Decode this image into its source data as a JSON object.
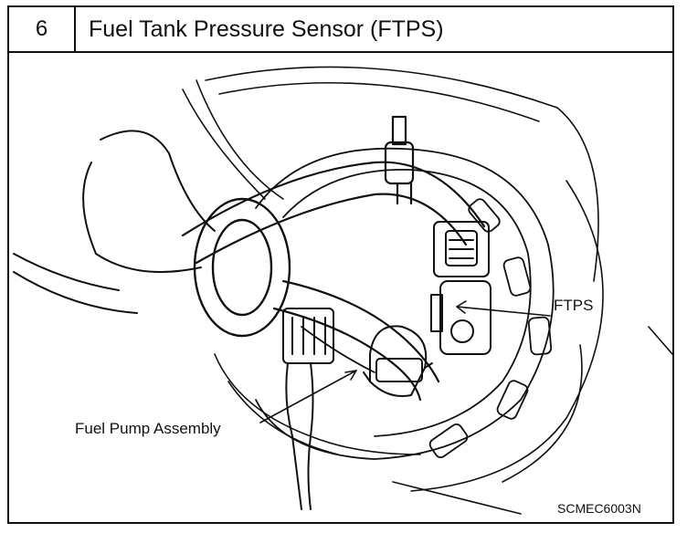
{
  "header": {
    "number": "6",
    "title": "Fuel Tank Pressure Sensor (FTPS)"
  },
  "labels": {
    "ftps": "FTPS",
    "fuel_pump": "Fuel Pump Assembly"
  },
  "figure_code": "SCMEC6003N"
}
